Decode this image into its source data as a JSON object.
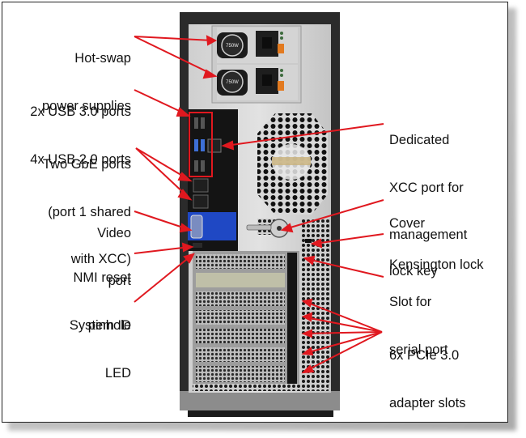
{
  "figure": {
    "subject": "Server rear view (tower chassis)",
    "accent_color": "#e0181f",
    "callouts_left": [
      {
        "id": "hot-swap-power-supplies",
        "lines": [
          "Hot-swap",
          "power supplies"
        ]
      },
      {
        "id": "usb-ports",
        "lines": [
          "2x USB 3.0 ports",
          "4x USB 2.0 ports"
        ]
      },
      {
        "id": "gbe-ports",
        "lines": [
          "Two GbE ports",
          "(port 1 shared",
          "with XCC)"
        ]
      },
      {
        "id": "video-port",
        "lines": [
          "Video",
          "port"
        ]
      },
      {
        "id": "nmi-reset-pinhole",
        "lines": [
          "NMI reset",
          "pinhole"
        ]
      },
      {
        "id": "system-id-led",
        "lines": [
          "System ID",
          "LED"
        ]
      }
    ],
    "callouts_right": [
      {
        "id": "dedicated-xcc-port",
        "lines": [
          "Dedicated",
          "XCC port for",
          "management"
        ]
      },
      {
        "id": "cover-lock-key",
        "lines": [
          "Cover",
          "lock key"
        ]
      },
      {
        "id": "kensington-lock",
        "lines": [
          "Kensington lock"
        ]
      },
      {
        "id": "serial-port-slot",
        "lines": [
          "Slot for",
          "serial port"
        ]
      },
      {
        "id": "pcie-adapter-slots",
        "lines": [
          "6x PCIe 3.0",
          "adapter slots"
        ]
      }
    ],
    "psu_rating_label": "750W",
    "pcie_slot_count": 6
  }
}
